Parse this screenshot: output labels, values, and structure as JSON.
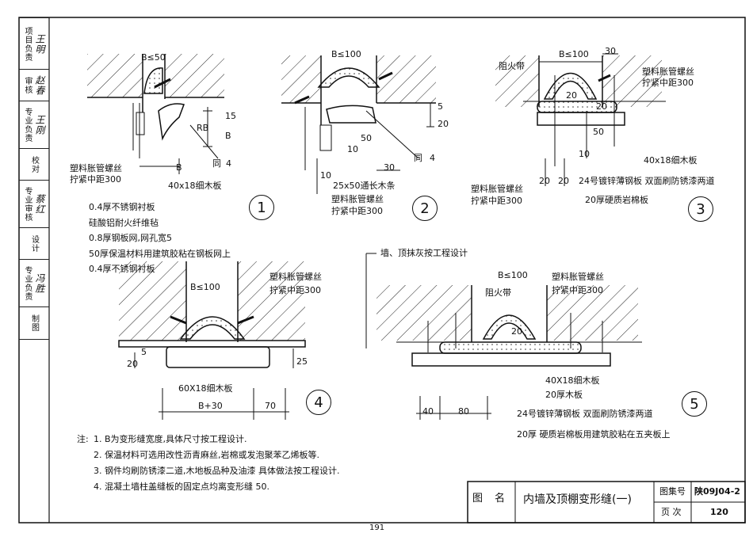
{
  "sidebar": {
    "rows": [
      {
        "label": "项目负责",
        "sign": "王明"
      },
      {
        "label": "审核",
        "sign": "赵春"
      },
      {
        "label": "专业负责",
        "sign": "王刚"
      },
      {
        "label": "校对",
        "sign": ""
      },
      {
        "label": "专业审核",
        "sign": "蔡红"
      },
      {
        "label": "设计",
        "sign": ""
      },
      {
        "label": "专业负责",
        "sign": "冯胜"
      },
      {
        "label": "制图",
        "sign": ""
      }
    ]
  },
  "details": {
    "d1": {
      "num": "1",
      "width": "B≤50",
      "rb": "RB",
      "dim15": "15",
      "dimB": "B",
      "dimB2": "B",
      "ref": "4",
      "ref_sheet": "同",
      "screw1": "塑料胀管螺丝",
      "screw2": "拧紧中距300",
      "board": "40x18细木板"
    },
    "d2": {
      "num": "2",
      "width": "B≤100",
      "dim5": "5",
      "dim20": "20",
      "dim10": "10",
      "dim50": "50",
      "dim30": "30",
      "dim10b": "10",
      "ref": "4",
      "ref_sheet": "同",
      "strip": "25x50通长木条",
      "screw1": "塑料胀管螺丝",
      "screw2": "拧紧中距300"
    },
    "d3": {
      "num": "3",
      "width": "B≤100",
      "dim30": "30",
      "fire": "阻火带",
      "screw1": "塑料胀管螺丝",
      "screw2": "拧紧中距300",
      "dim20": "20",
      "dim10": "10",
      "dim50": "50",
      "dim20b": "20",
      "dim20c": "20",
      "dim20d": "20",
      "board": "40x18细木板",
      "steel": "24号镀锌薄钢板 双面刷防锈漆两道",
      "rock": "20厚硬质岩棉板",
      "screwL1": "塑料胀管螺丝",
      "screwL2": "拧紧中距300"
    },
    "d4": {
      "num": "4",
      "width": "B≤100",
      "layers": [
        "0.4厚不锈钢衬板",
        "硅酸铝耐火纤维毡",
        "0.8厚钢板网,网孔宽5",
        "50厚保温材料用建筑胶粘在钢板网上",
        "0.4厚不锈钢衬板"
      ],
      "screw1": "塑料胀管螺丝",
      "screw2": "拧紧中距300",
      "dim5": "5",
      "dim20": "20",
      "dim25": "25",
      "board": "60X18细木板",
      "dimB30": "B+30",
      "dim70": "70"
    },
    "d5": {
      "num": "5",
      "wall": "墙、顶抹灰按工程设计",
      "width": "B≤100",
      "fire": "阻火带",
      "screw1": "塑料胀管螺丝",
      "screw2": "拧紧中距300",
      "dim20": "20",
      "dim40": "40",
      "dim80": "80",
      "board1": "40X18细木板",
      "board2": "20厚木板",
      "steel": "24号镀锌薄钢板 双面刷防锈漆两道",
      "rock": "20厚 硬质岩棉板用建筑胶粘在五夹板上"
    }
  },
  "notes": {
    "label": "注:",
    "items": [
      "1. B为变形缝宽度,具体尺寸按工程设计.",
      "2. 保温材料可选用改性沥青麻丝,岩棉或发泡聚苯乙烯板等.",
      "3. 钢件均刷防锈漆二道,木地板品种及油漆 具体做法按工程设计.",
      "4. 混凝土墙柱盖缝板的固定点均离变形缝 50."
    ]
  },
  "titleblock": {
    "label1": "图",
    "label2": "名",
    "title": "内墙及顶棚变形缝(一)",
    "atlas_label": "图集号",
    "atlas": "陕09J04-2",
    "page_label": "页 次",
    "page": "120"
  },
  "footer": {
    "page_number": "191"
  }
}
